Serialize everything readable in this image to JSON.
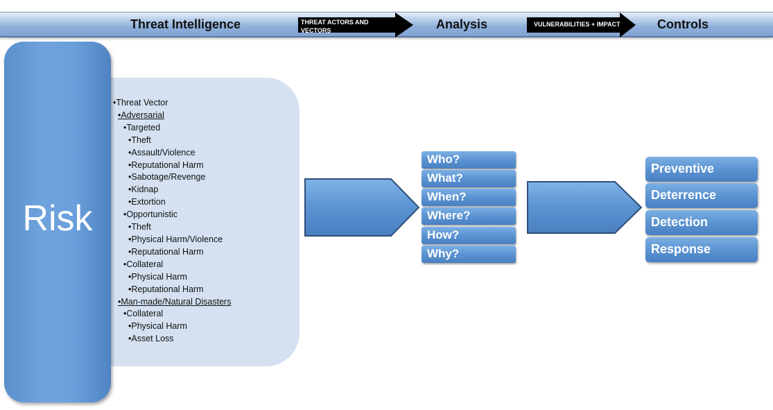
{
  "banner": {
    "stage1": "Threat Intelligence",
    "arrow1": [
      "THREAT ACTORS AND",
      "VECTORS"
    ],
    "stage2": "Analysis",
    "arrow2": [
      "VULNERABILITIES + IMPACT"
    ],
    "stage3": "Controls"
  },
  "risk": {
    "label": "Risk"
  },
  "threats": [
    {
      "text": "•Threat Vector",
      "level": 0,
      "underline": false
    },
    {
      "text": "•Adversarial",
      "level": 1,
      "underline": true
    },
    {
      "text": "•Targeted",
      "level": 2,
      "underline": false
    },
    {
      "text": "•Theft",
      "level": 3,
      "underline": false
    },
    {
      "text": "•Assault/Violence",
      "level": 3,
      "underline": false
    },
    {
      "text": "•Reputational Harm",
      "level": 3,
      "underline": false
    },
    {
      "text": "•Sabotage/Revenge",
      "level": 3,
      "underline": false
    },
    {
      "text": "•Kidnap",
      "level": 3,
      "underline": false
    },
    {
      "text": "•Extortion",
      "level": 3,
      "underline": false
    },
    {
      "text": "•Opportunistic",
      "level": 2,
      "underline": false
    },
    {
      "text": "•Theft",
      "level": 3,
      "underline": false
    },
    {
      "text": "•Physical Harm/Violence",
      "level": 3,
      "underline": false
    },
    {
      "text": "•Reputational Harm",
      "level": 3,
      "underline": false
    },
    {
      "text": "•Collateral",
      "level": 2,
      "underline": false
    },
    {
      "text": "•Physical Harm",
      "level": 3,
      "underline": false
    },
    {
      "text": "•Reputational Harm",
      "level": 3,
      "underline": false
    },
    {
      "text": "•Man-made/Natural Disasters",
      "level": 1,
      "underline": true
    },
    {
      "text": "•Collateral",
      "level": 2,
      "underline": false
    },
    {
      "text": "•Physical Harm",
      "level": 3,
      "underline": false
    },
    {
      "text": "•Asset Loss",
      "level": 3,
      "underline": false
    }
  ],
  "questions": [
    "Who?",
    "What?",
    "When?",
    "Where?",
    "How?",
    "Why?"
  ],
  "controls": [
    "Preventive",
    "Deterrence",
    "Detection",
    "Response"
  ],
  "colors": {
    "box_blue": "#5b93d2",
    "panel_light": "#d5e1f1",
    "arrow_black": "#000000"
  }
}
